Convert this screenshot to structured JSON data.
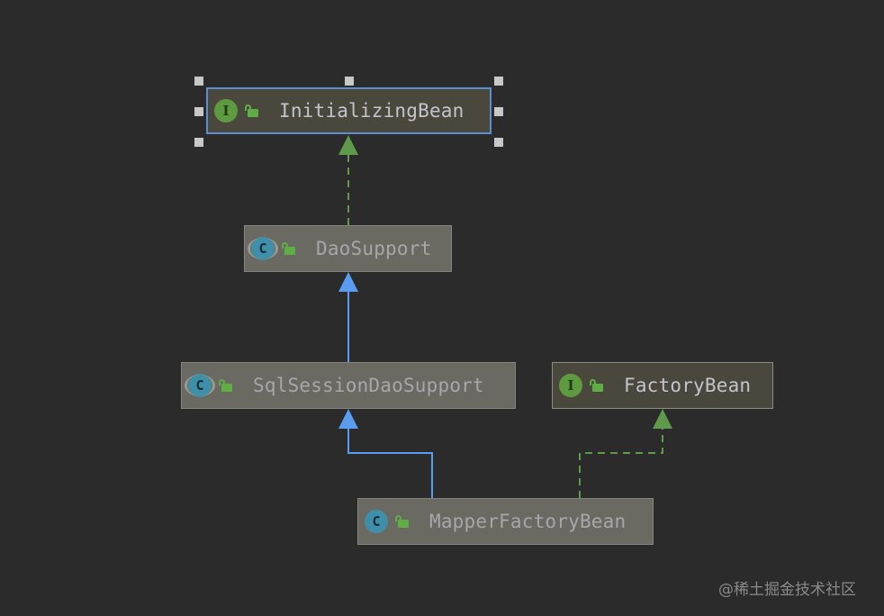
{
  "diagram": {
    "title": "MapperFactoryBean class hierarchy",
    "nodes": [
      {
        "id": "InitializingBean",
        "label": "InitializingBean",
        "kind": "interface",
        "badge": "I",
        "visibility": "public",
        "selected": true
      },
      {
        "id": "DaoSupport",
        "label": "DaoSupport",
        "kind": "abstract-class",
        "badge": "C",
        "visibility": "public",
        "selected": false
      },
      {
        "id": "SqlSessionDaoSupport",
        "label": "SqlSessionDaoSupport",
        "kind": "abstract-class",
        "badge": "C",
        "visibility": "public",
        "selected": false
      },
      {
        "id": "FactoryBean",
        "label": "FactoryBean",
        "kind": "interface",
        "badge": "I",
        "visibility": "public",
        "selected": false
      },
      {
        "id": "MapperFactoryBean",
        "label": "MapperFactoryBean",
        "kind": "class",
        "badge": "C",
        "visibility": "public",
        "selected": false
      }
    ],
    "edges": [
      {
        "from": "DaoSupport",
        "to": "InitializingBean",
        "type": "implements"
      },
      {
        "from": "SqlSessionDaoSupport",
        "to": "DaoSupport",
        "type": "extends"
      },
      {
        "from": "MapperFactoryBean",
        "to": "SqlSessionDaoSupport",
        "type": "extends"
      },
      {
        "from": "MapperFactoryBean",
        "to": "FactoryBean",
        "type": "implements"
      }
    ]
  },
  "colors": {
    "background": "#2b2b2b",
    "extends_edge": "#5a9cf0",
    "implements_edge": "#5e9a4a",
    "selection": "#5a8fd0"
  },
  "watermark": "@稀土掘金技术社区"
}
